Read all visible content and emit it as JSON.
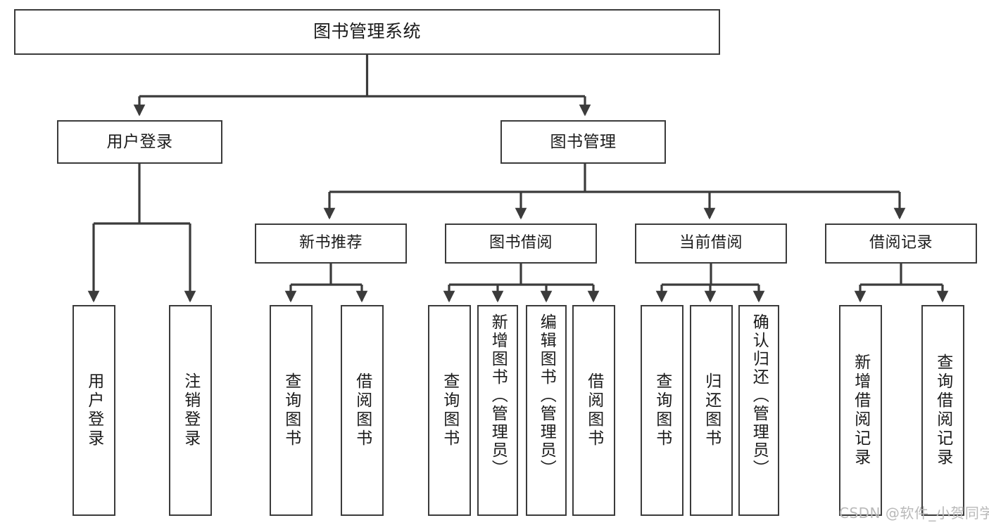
{
  "diagram": {
    "type": "tree",
    "title": "图书管理系统",
    "orientation": "top-down",
    "colors": {
      "box_stroke": "#3b3b3b",
      "box_fill": "#ffffff",
      "edge": "#3b3b3b",
      "text": "#1b1b1b",
      "watermark": "#b9b9b9",
      "background": "#ffffff"
    },
    "root": {
      "label": "图书管理系统"
    },
    "level2": [
      {
        "label": "用户登录"
      },
      {
        "label": "图书管理"
      }
    ],
    "level3": [
      {
        "label": "新书推荐"
      },
      {
        "label": "图书借阅"
      },
      {
        "label": "当前借阅"
      },
      {
        "label": "借阅记录"
      }
    ],
    "leaves": {
      "user_login": [
        {
          "label": "用户登录"
        },
        {
          "label": "注销登录"
        }
      ],
      "new_book_recommend": [
        {
          "label": "查询图书"
        },
        {
          "label": "借阅图书"
        }
      ],
      "book_borrow": [
        {
          "label": "查询图书"
        },
        {
          "label": "新增图书（管理员）"
        },
        {
          "label": "编辑图书（管理员）"
        },
        {
          "label": "借阅图书"
        }
      ],
      "current_borrow": [
        {
          "label": "查询图书"
        },
        {
          "label": "归还图书"
        },
        {
          "label": "确认归还（管理员）"
        }
      ],
      "borrow_record": [
        {
          "label": "新增借阅记录"
        },
        {
          "label": "查询借阅记录"
        }
      ]
    }
  },
  "watermark": {
    "text": "CSDN @软件_小贺同学"
  }
}
